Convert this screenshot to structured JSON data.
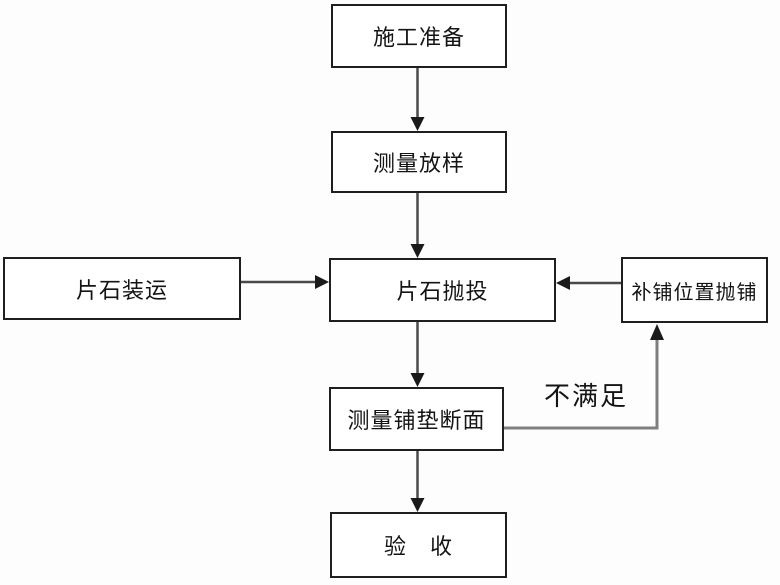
{
  "diagram": {
    "type": "flowchart",
    "nodes": {
      "prepare": {
        "label": "施工准备"
      },
      "survey": {
        "label": "测量放样"
      },
      "loading": {
        "label": "片石装运"
      },
      "throwing": {
        "label": "片石抛投"
      },
      "relaying": {
        "label": "补铺位置抛铺"
      },
      "measure": {
        "label": "测量铺垫断面"
      },
      "acceptance": {
        "label": "验　收"
      }
    },
    "edges": [
      {
        "from": "施工准备",
        "to": "测量放样"
      },
      {
        "from": "测量放样",
        "to": "片石抛投"
      },
      {
        "from": "片石装运",
        "to": "片石抛投"
      },
      {
        "from": "补铺位置抛铺",
        "to": "片石抛投"
      },
      {
        "from": "片石抛投",
        "to": "测量铺垫断面"
      },
      {
        "from": "测量铺垫断面",
        "to": "验收"
      },
      {
        "from": "测量铺垫断面",
        "to": "补铺位置抛铺",
        "label": "不满足"
      }
    ],
    "edge_labels": {
      "not_satisfied": "不满足"
    },
    "colors": {
      "box_border": "#1f1f1f",
      "box_fill": "#ffffff",
      "text": "#141414",
      "line": "#4a4a4a",
      "feedback_line": "#7f7f7f",
      "background": "#fdfdfd"
    }
  }
}
